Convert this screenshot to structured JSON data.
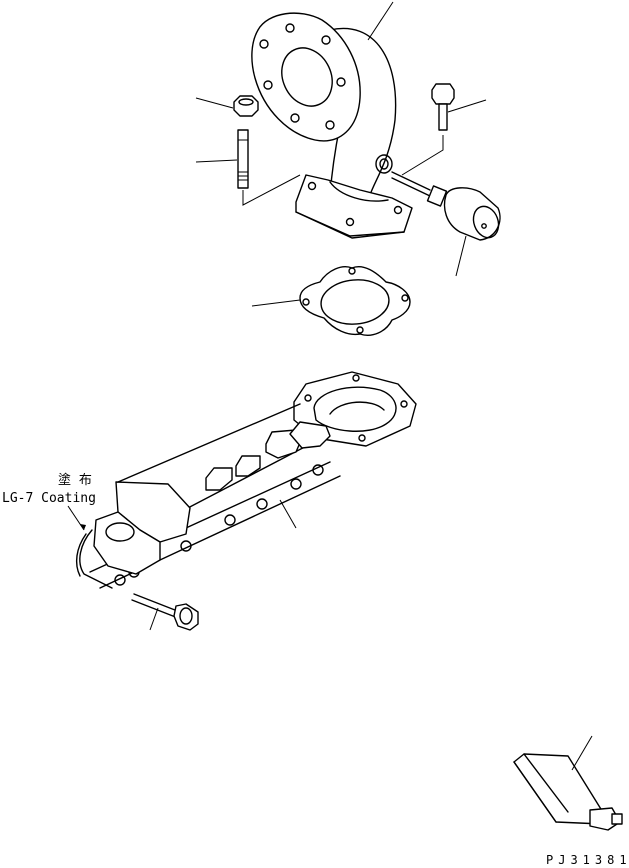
{
  "diagram": {
    "annotation": {
      "coating_jp": "塗 布",
      "coating_en": "LG-7 Coating"
    },
    "drawing_code": "PJ31381",
    "colors": {
      "line": "#000000",
      "background": "#ffffff"
    }
  }
}
